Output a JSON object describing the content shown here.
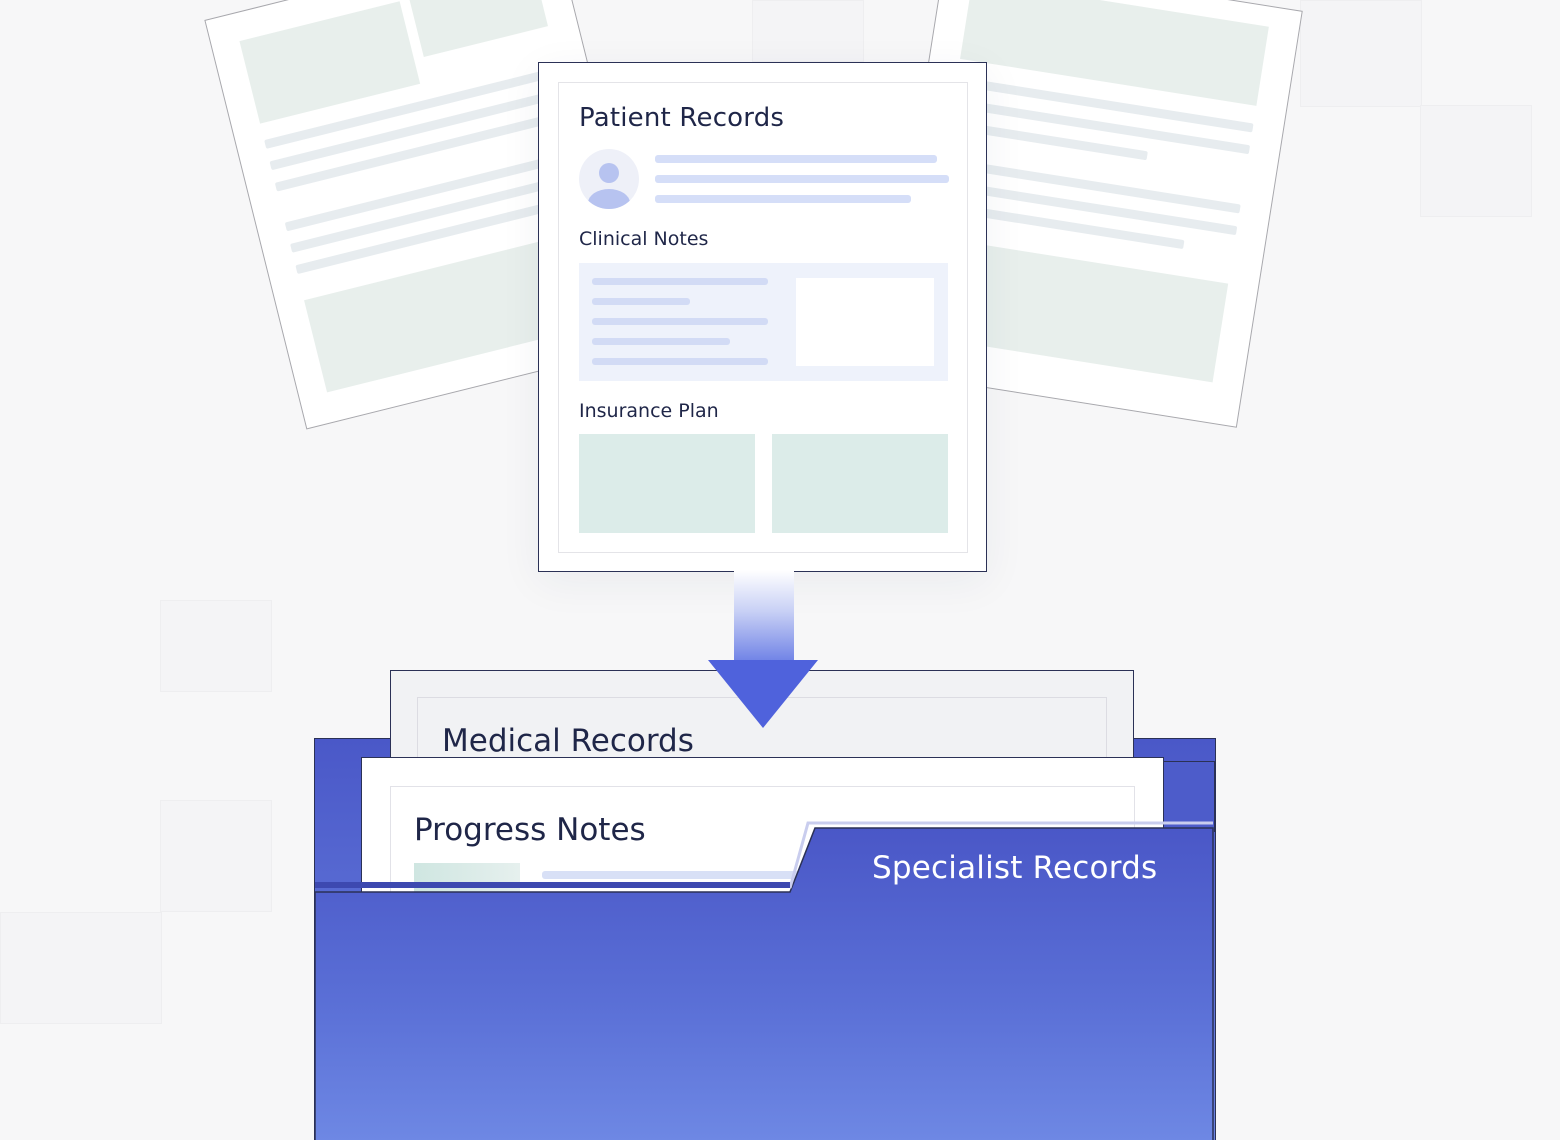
{
  "diagram": {
    "patient_card": {
      "title": "Patient Records",
      "sections": {
        "clinical_notes": "Clinical Notes",
        "insurance_plan": "Insurance Plan"
      }
    },
    "folder": {
      "cards": {
        "medical_records": "Medical Records",
        "progress_notes": "Progress Notes"
      },
      "front_label": "Specialist Records"
    },
    "colors": {
      "folder_blue": "#5566d2",
      "arrow_blue": "#4f62dc",
      "ink": "#1f2648",
      "teal_tile": "#dcece9",
      "line_blue": "#d5def8"
    },
    "icons": {
      "avatar": "user-avatar-icon",
      "arrow": "arrow-down-icon"
    }
  }
}
